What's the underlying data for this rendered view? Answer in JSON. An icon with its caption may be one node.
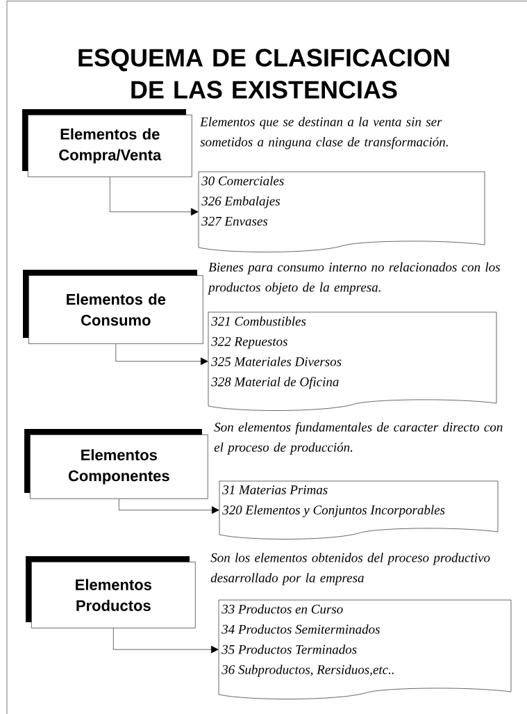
{
  "diagram": {
    "title": "ESQUEMA DE CLASIFICACION DE LAS EXISTENCIAS",
    "nodes": [
      {
        "text": [
          "Elementos de Compra/Venta"
        ],
        "beside": [
          "Elementos que se destinan a la venta sin ser sometidos a ninguna clase de transformación."
        ]
      },
      {
        "text": [
          "30 Comerciales",
          "326 Embalajes",
          "327 Envases"
        ]
      },
      {
        "text": [
          "Elementos de Consumo"
        ],
        "beside": [
          "Bienes para consumo interno no relacionados con los productos objeto de la empresa."
        ]
      },
      {
        "text": [
          "321 Combustibles",
          "322 Repuestos",
          "325 Materiales Diversos",
          "328 Material de Oficina"
        ]
      },
      {
        "text": [
          "Elementos Componentes"
        ],
        "beside": [
          "Son elementos fundamentales de caracter directo con el proceso de producción."
        ]
      },
      {
        "text": [
          "31 Materias Primas",
          "320 Elementos y Conjuntos Incorporables"
        ]
      },
      {
        "text": [
          "Elementos Productos"
        ],
        "beside": [
          "Son los elementos obtenidos del proceso productivo desarrollado por la empresa"
        ]
      },
      {
        "text": [
          "33 Productos en Curso",
          "34 Productos Semiterminados",
          "35 Productos Terminados",
          "36 Subproductos, Rersiduos,etc.."
        ]
      }
    ],
    "edges": [
      {
        "from": 0,
        "to": 1,
        "arrow": "to"
      },
      {
        "from": 2,
        "to": 3,
        "arrow": "to"
      },
      {
        "from": 4,
        "to": 5,
        "arrow": "to"
      },
      {
        "from": 6,
        "to": 7,
        "arrow": "to"
      }
    ]
  }
}
